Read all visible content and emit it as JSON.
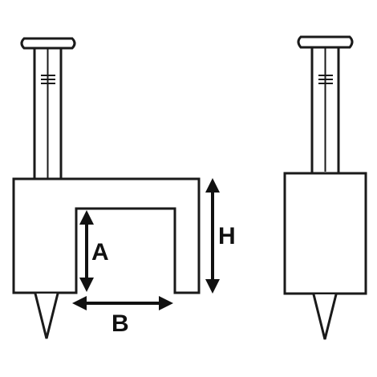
{
  "figure": {
    "front_view": {
      "dimension_labels": {
        "inner_height": "A",
        "inner_width": "B",
        "outer_height": "H"
      }
    },
    "side_view": {}
  },
  "colors": {
    "line": "#1a1a1a",
    "background": "#ffffff"
  }
}
